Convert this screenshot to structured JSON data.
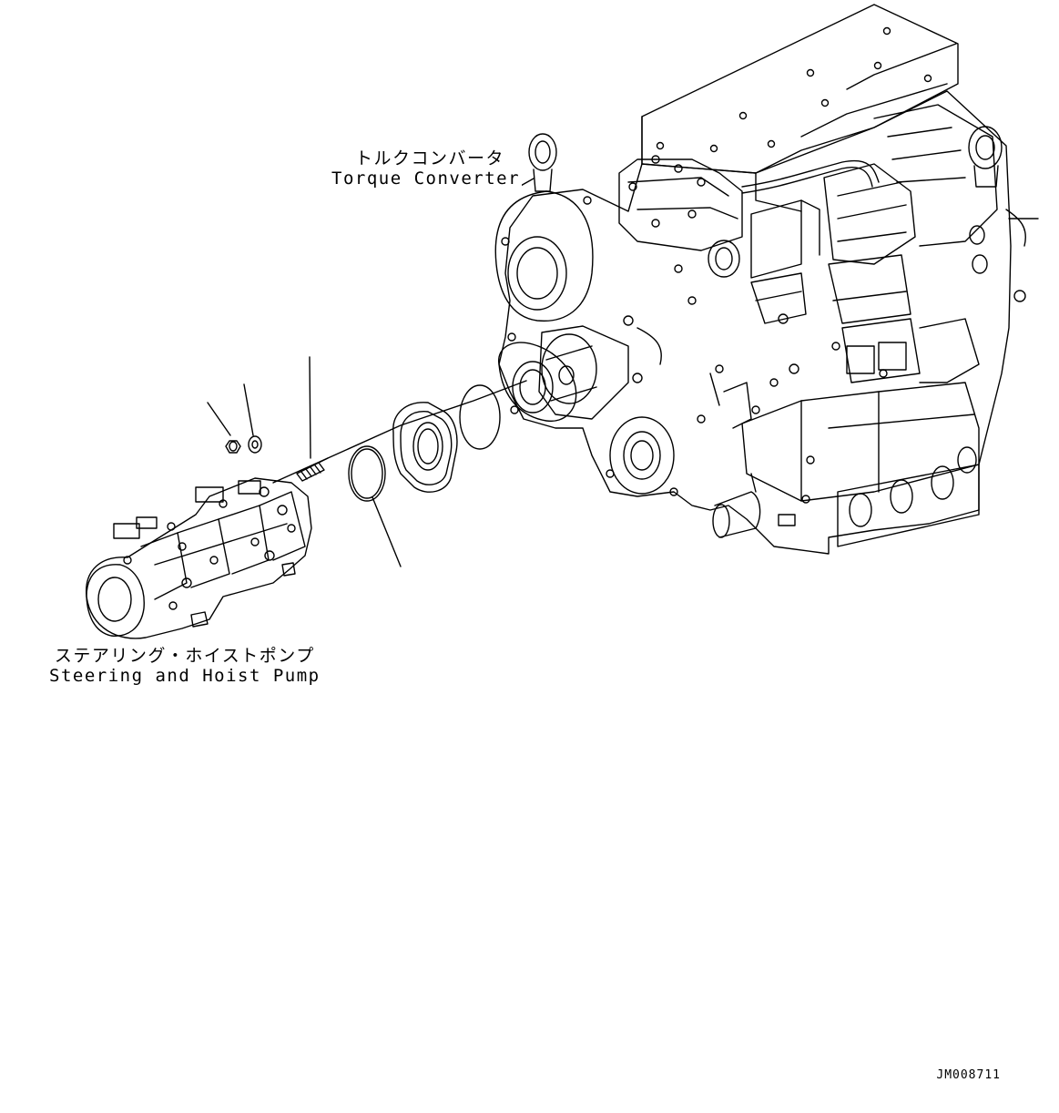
{
  "labels": {
    "torque_converter_jp": "トルクコンバータ",
    "torque_converter_en": "Torque Converter",
    "pump_jp": "ステアリング・ホイストポンプ",
    "pump_en": "Steering and Hoist Pump"
  },
  "drawing_code": "JM008711",
  "colors": {
    "line": "#000000",
    "background": "#ffffff"
  }
}
